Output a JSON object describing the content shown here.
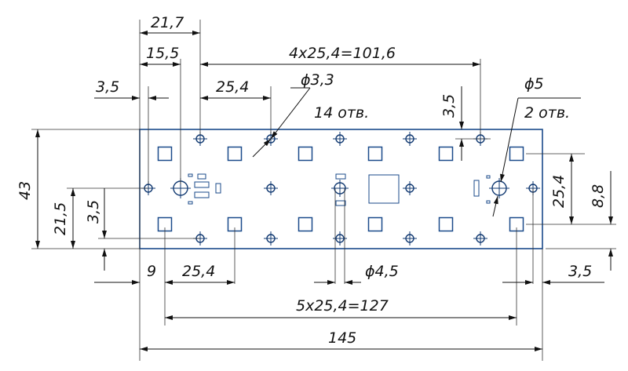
{
  "dimensions": {
    "d21_7": "21,7",
    "d15_5": "15,5",
    "d101_6": "4x25,4=101,6",
    "d3_5_left": "3,5",
    "d25_4_top": "25,4",
    "phi3_3": "ϕ3,3",
    "holes14": "14 отв.",
    "d3_5_top_right": "3,5",
    "phi5": "ϕ5",
    "holes2": "2 отв.",
    "d43": "43",
    "d21_5": "21,5",
    "d3_5_vert": "3,5",
    "d25_4_right": "25,4",
    "d8_8": "8,8",
    "d9": "9",
    "d25_4_bottom": "25,4",
    "phi4_5": "ϕ4,5",
    "d3_5_bottom_right": "3,5",
    "d127": "5x25,4=127",
    "d145": "145"
  },
  "colors": {
    "board": "#1a4a8a",
    "lines": "#111111"
  }
}
